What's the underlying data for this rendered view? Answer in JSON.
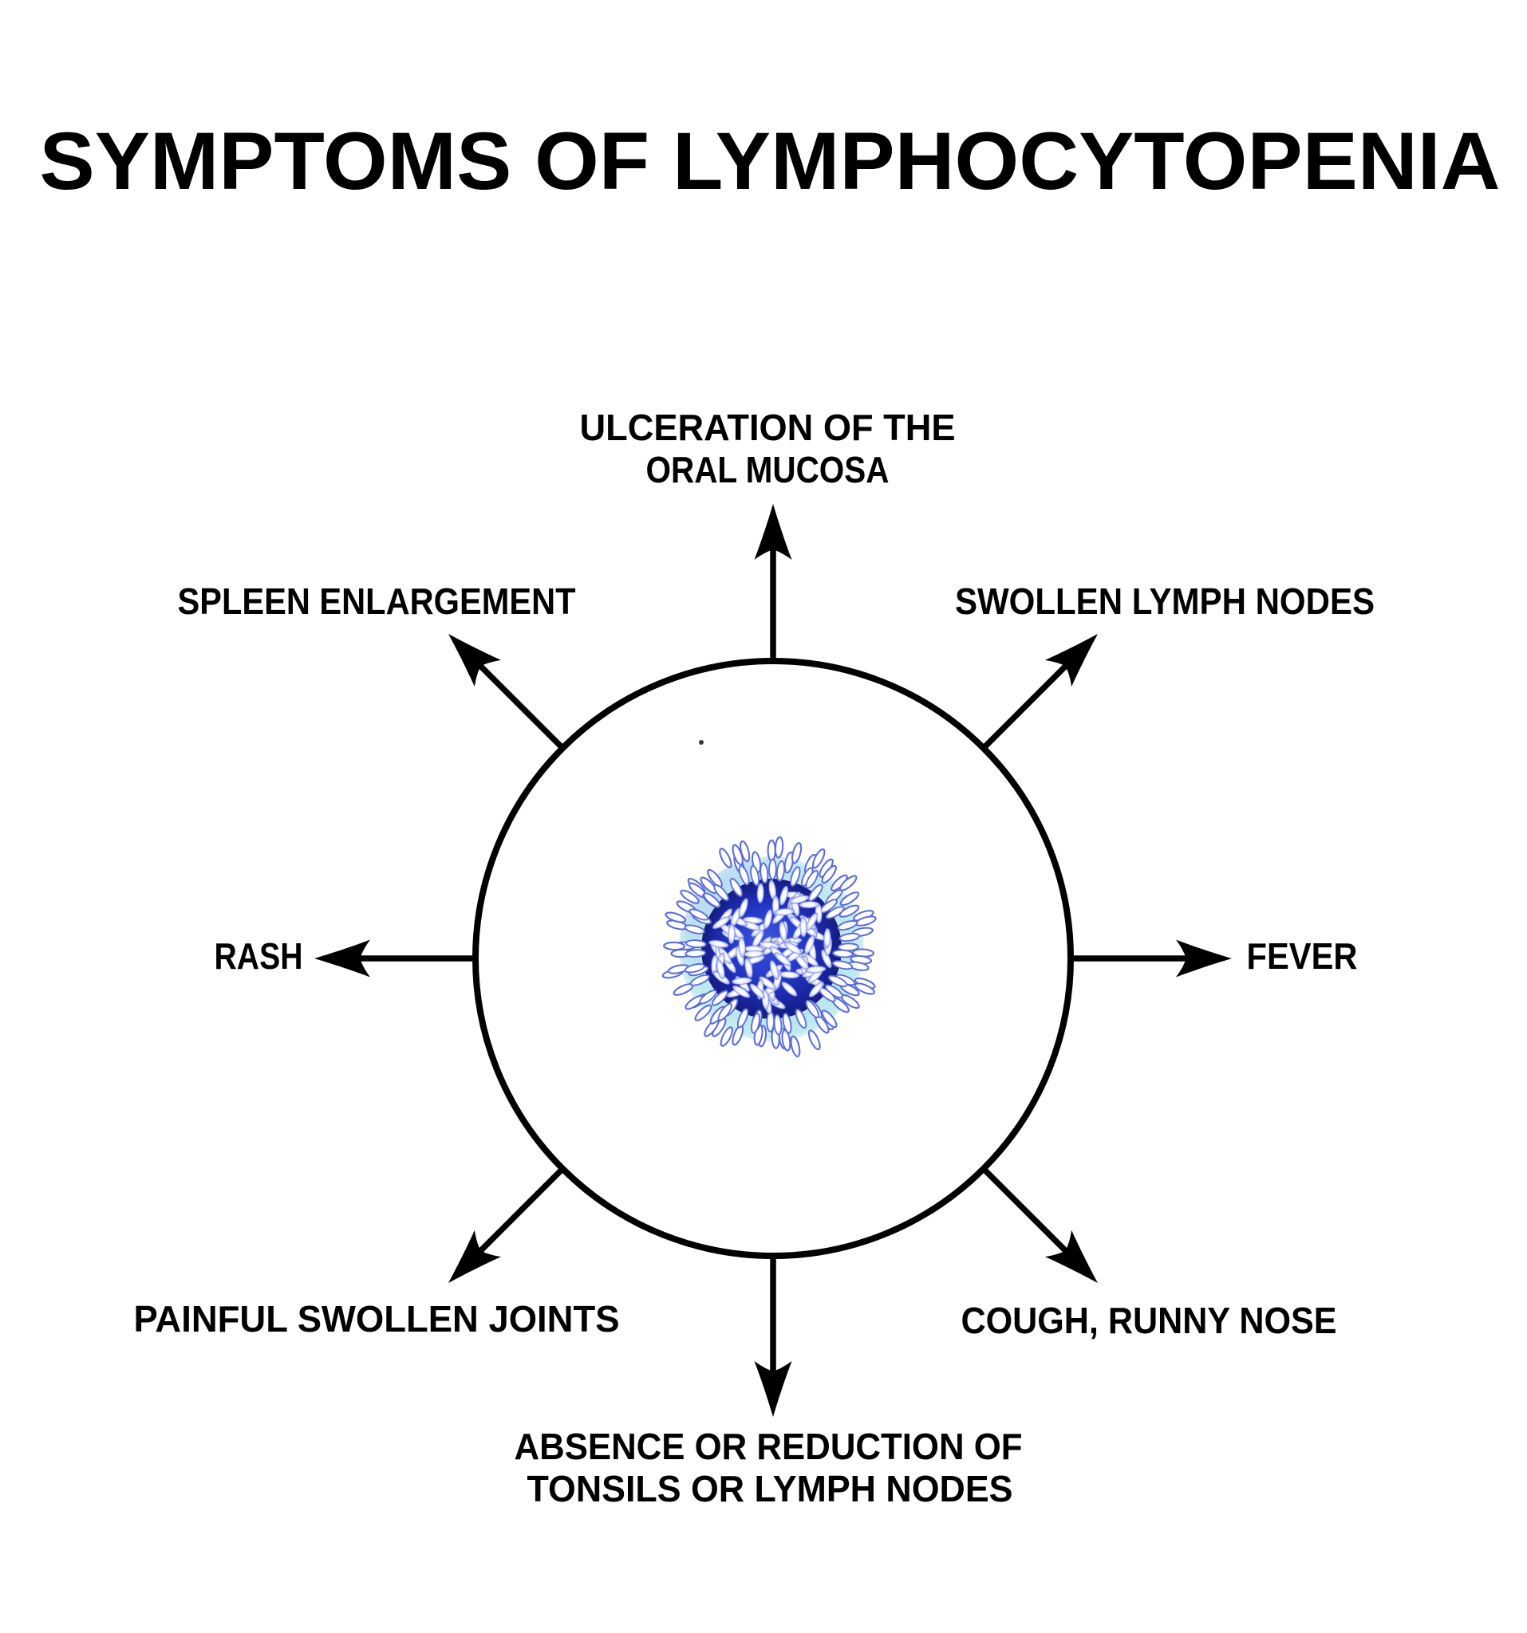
{
  "title": "SYMPTOMS OF LYMPHOCYTOPENIA",
  "diagram": {
    "center_illustration": "lymphocyte-cell",
    "symptoms": [
      {
        "label_lines": [
          "ULCERATION OF THE",
          "ORAL MUCOSA"
        ],
        "direction": "up"
      },
      {
        "label_lines": [
          "SWOLLEN LYMPH NODES"
        ],
        "direction": "up-right"
      },
      {
        "label_lines": [
          "FEVER"
        ],
        "direction": "right"
      },
      {
        "label_lines": [
          "COUGH, RUNNY NOSE"
        ],
        "direction": "down-right"
      },
      {
        "label_lines": [
          "ABSENCE OR REDUCTION OF",
          "TONSILS OR LYMPH NODES"
        ],
        "direction": "down"
      },
      {
        "label_lines": [
          "PAINFUL SWOLLEN JOINTS"
        ],
        "direction": "down-left"
      },
      {
        "label_lines": [
          "RASH"
        ],
        "direction": "left"
      },
      {
        "label_lines": [
          "SPLEEN ENLARGEMENT"
        ],
        "direction": "up-left"
      }
    ]
  },
  "colors": {
    "background": "#FFFFFF",
    "text": "#000000",
    "outline": "#000000",
    "nucleus_center": "#3E56DC",
    "nucleus_edge": "#131D7E",
    "halo": "#BCE9EF",
    "pill_fill": "#FFFFFF",
    "pill_edge": "#5B6BD6"
  }
}
